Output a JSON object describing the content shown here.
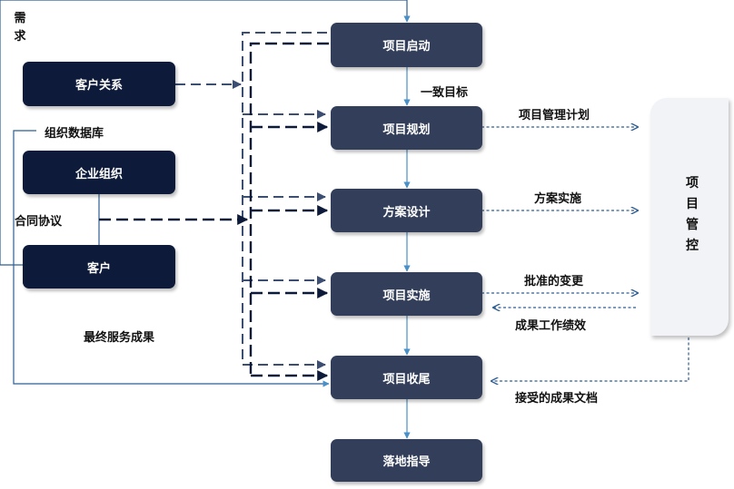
{
  "left": {
    "demand": "需求",
    "customer_relation": "客户关系",
    "org_database": "组织数据库",
    "enterprise_org": "企业组织",
    "contract": "合同协议",
    "customer": "客户",
    "final_result": "最终服务成果"
  },
  "phases": {
    "initiation": "项目启动",
    "planning": "项目规划",
    "design": "方案设计",
    "execution": "项目实施",
    "closing": "项目收尾",
    "guidance": "落地指导"
  },
  "edge_labels": {
    "consistent_goal": "一致目标",
    "pm_plan": "项目管理计划",
    "plan_impl": "方案实施",
    "approved_change": "批准的变更",
    "work_performance": "成果工作绩效",
    "accepted_docs": "接受的成果文档"
  },
  "control": {
    "label": "项目管控"
  },
  "colors": {
    "dark_node": "#0d1a3a",
    "slate_node": "#323e5a",
    "flow_arrow": "#4a90c8"
  }
}
